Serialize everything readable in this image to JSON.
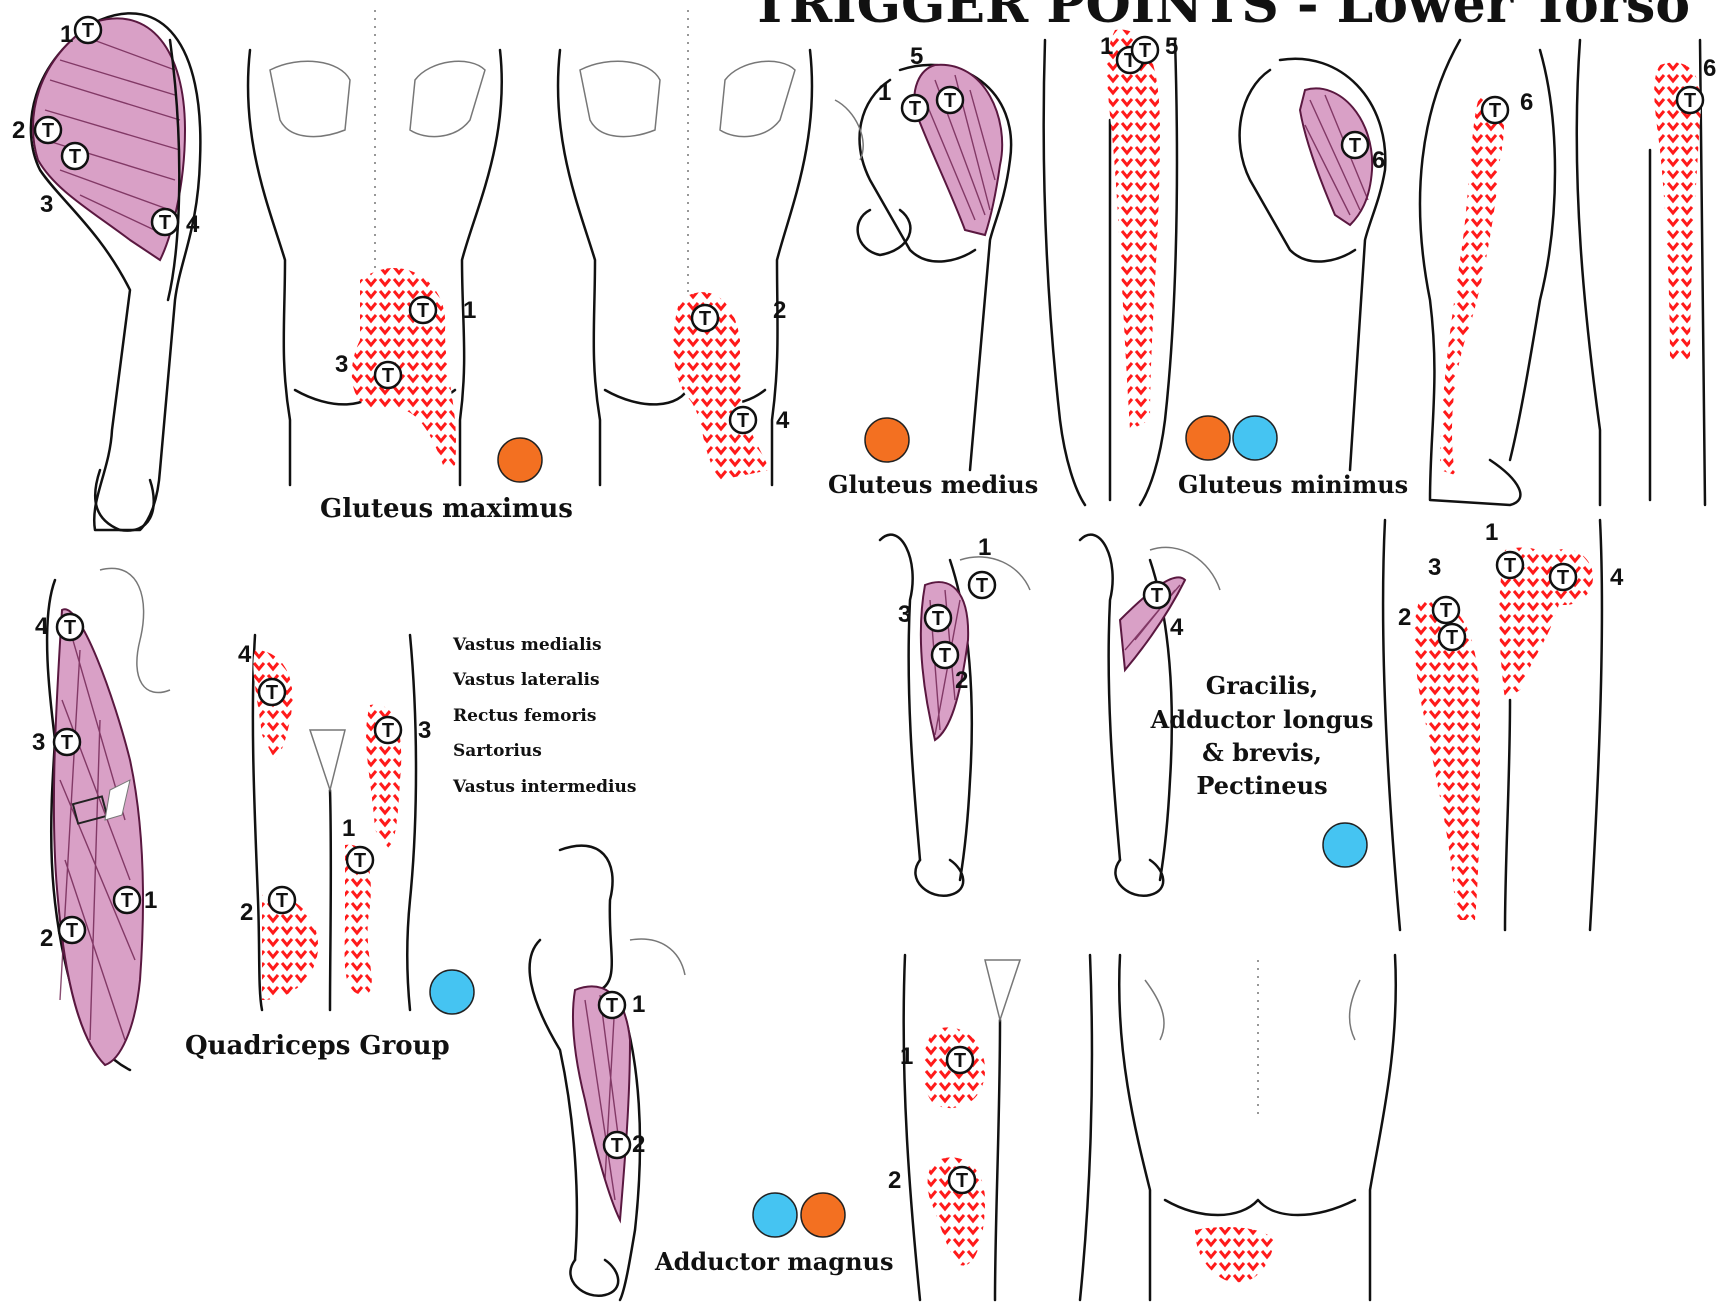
{
  "title": "TRIGGER POINTS - Lower Torso",
  "groups": {
    "gluteus_maximus": {
      "label": "Gluteus maximus",
      "points": [
        "1",
        "2",
        "3",
        "4"
      ]
    },
    "gluteus_medius": {
      "label": "Gluteus medius",
      "points": [
        "1",
        "5"
      ]
    },
    "gluteus_minimus": {
      "label": "Gluteus minimus",
      "points": [
        "6"
      ]
    },
    "quadriceps": {
      "label": "Quadriceps Group",
      "points": [
        "1",
        "2",
        "3",
        "4"
      ],
      "legend": [
        "Vastus medialis",
        "Vastus lateralis",
        "Rectus femoris",
        "Sartorius",
        "Vastus intermedius"
      ]
    },
    "adductors": {
      "label_lines": [
        "Gracilis,",
        "Adductor longus",
        "& brevis,",
        "Pectineus"
      ],
      "points": [
        "1",
        "2",
        "3",
        "4"
      ]
    },
    "adductor_magnus": {
      "label": "Adductor magnus",
      "points": [
        "1",
        "2"
      ]
    }
  },
  "marker_letter": "T",
  "colors": {
    "orange": "#f37021",
    "blue": "#45c4f2",
    "muscle": "#d9a0c6",
    "pain": "#ff2a2a"
  }
}
